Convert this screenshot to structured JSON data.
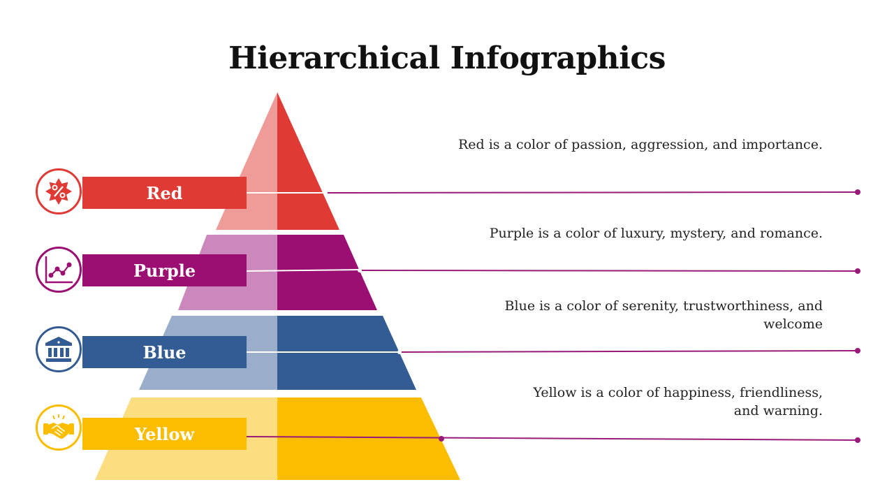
{
  "title": "Hierarchical Infographics",
  "line_color": "#9a1a7a",
  "levels": [
    {
      "label": "Red",
      "description": "Red is a color of passion, aggression, and importance.",
      "icon": "percent-badge-icon",
      "color": "#e03a34",
      "light_color": "#ef9c98"
    },
    {
      "label": "Purple",
      "description": "Purple is a color of luxury, mystery, and romance.",
      "icon": "line-chart-icon",
      "color": "#9c0f72",
      "light_color": "#cc88bd"
    },
    {
      "label": "Blue",
      "description": "Blue is a color of serenity, trustworthiness, and welcome",
      "icon": "bank-icon",
      "color": "#335c94",
      "light_color": "#9aadca"
    },
    {
      "label": "Yellow",
      "description": "Yellow is a color of happiness, friendliness, and warning.",
      "icon": "handshake-icon",
      "color": "#fbbd00",
      "light_color": "#fcdd80"
    }
  ]
}
